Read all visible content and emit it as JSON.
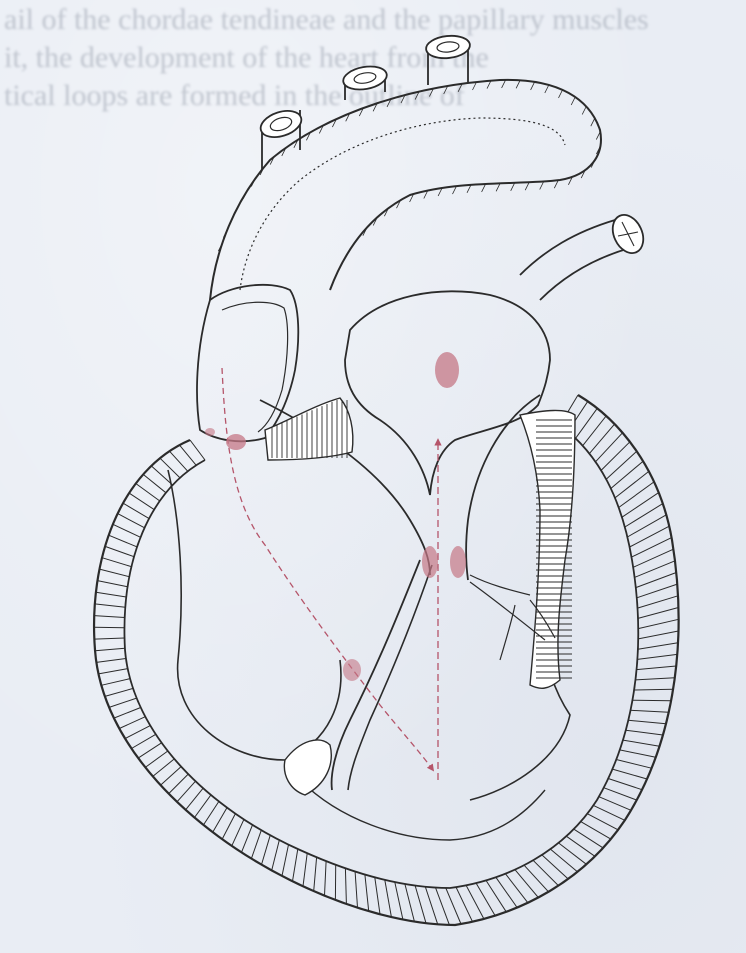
{
  "image": {
    "kind": "anatomical line drawing",
    "subject": "heart cross-section",
    "colors": {
      "background": "#e9edf4",
      "ink": "#2b2b2b",
      "muscle_fill": "#ffffff",
      "arrow_red": "#b5556a",
      "blood_patch": "#c47786"
    }
  },
  "bleed_through_text": [
    "ail of the chordae tendineae and the papillary muscles",
    "it, the development of the heart from the",
    "tical loops are formed in the outline of"
  ]
}
